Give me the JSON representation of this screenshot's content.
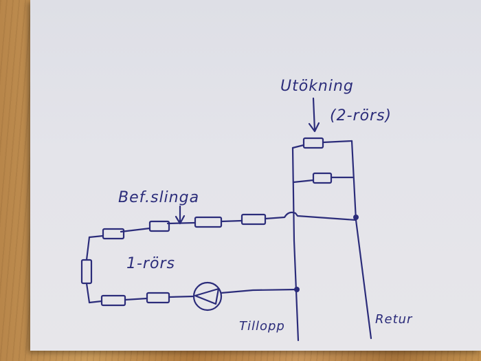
{
  "diagram": {
    "labels": {
      "utokning": "Utökning",
      "two_pipe": "(2-rörs)",
      "bef_slinga": "Bef.slinga",
      "one_pipe": "1-rörs",
      "tillopp": "Tillopp",
      "retur": "Retur"
    },
    "colors": {
      "ink": "#2b2c7a",
      "paper": "#e4e4ea",
      "table_wood": "#b8864a"
    }
  }
}
